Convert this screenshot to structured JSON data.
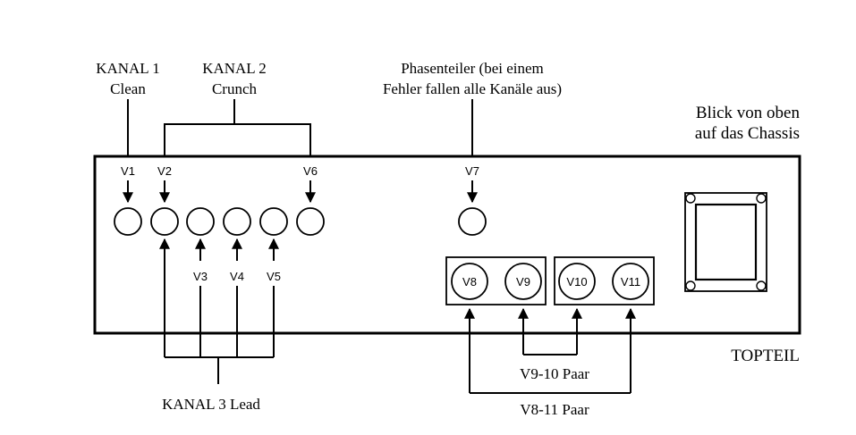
{
  "labels": {
    "kanal1_title": "KANAL 1",
    "kanal1_sub": "Clean",
    "kanal2_title": "KANAL 2",
    "kanal2_sub": "Crunch",
    "phase_line1": "Phasenteiler (bei einem",
    "phase_line2": "Fehler fallen alle Kanäle aus)",
    "view_line1": "Blick von oben",
    "view_line2": "auf das Chassis",
    "topteil": "TOPTEIL",
    "kanal3": "KANAL 3 Lead",
    "pair_9_10": "V9-10 Paar",
    "pair_8_11": "V8-11 Paar"
  },
  "tubes": {
    "v1": "V1",
    "v2": "V2",
    "v3": "V3",
    "v4": "V4",
    "v5": "V5",
    "v6": "V6",
    "v7": "V7",
    "v8": "V8",
    "v9": "V9",
    "v10": "V10",
    "v11": "V11"
  }
}
